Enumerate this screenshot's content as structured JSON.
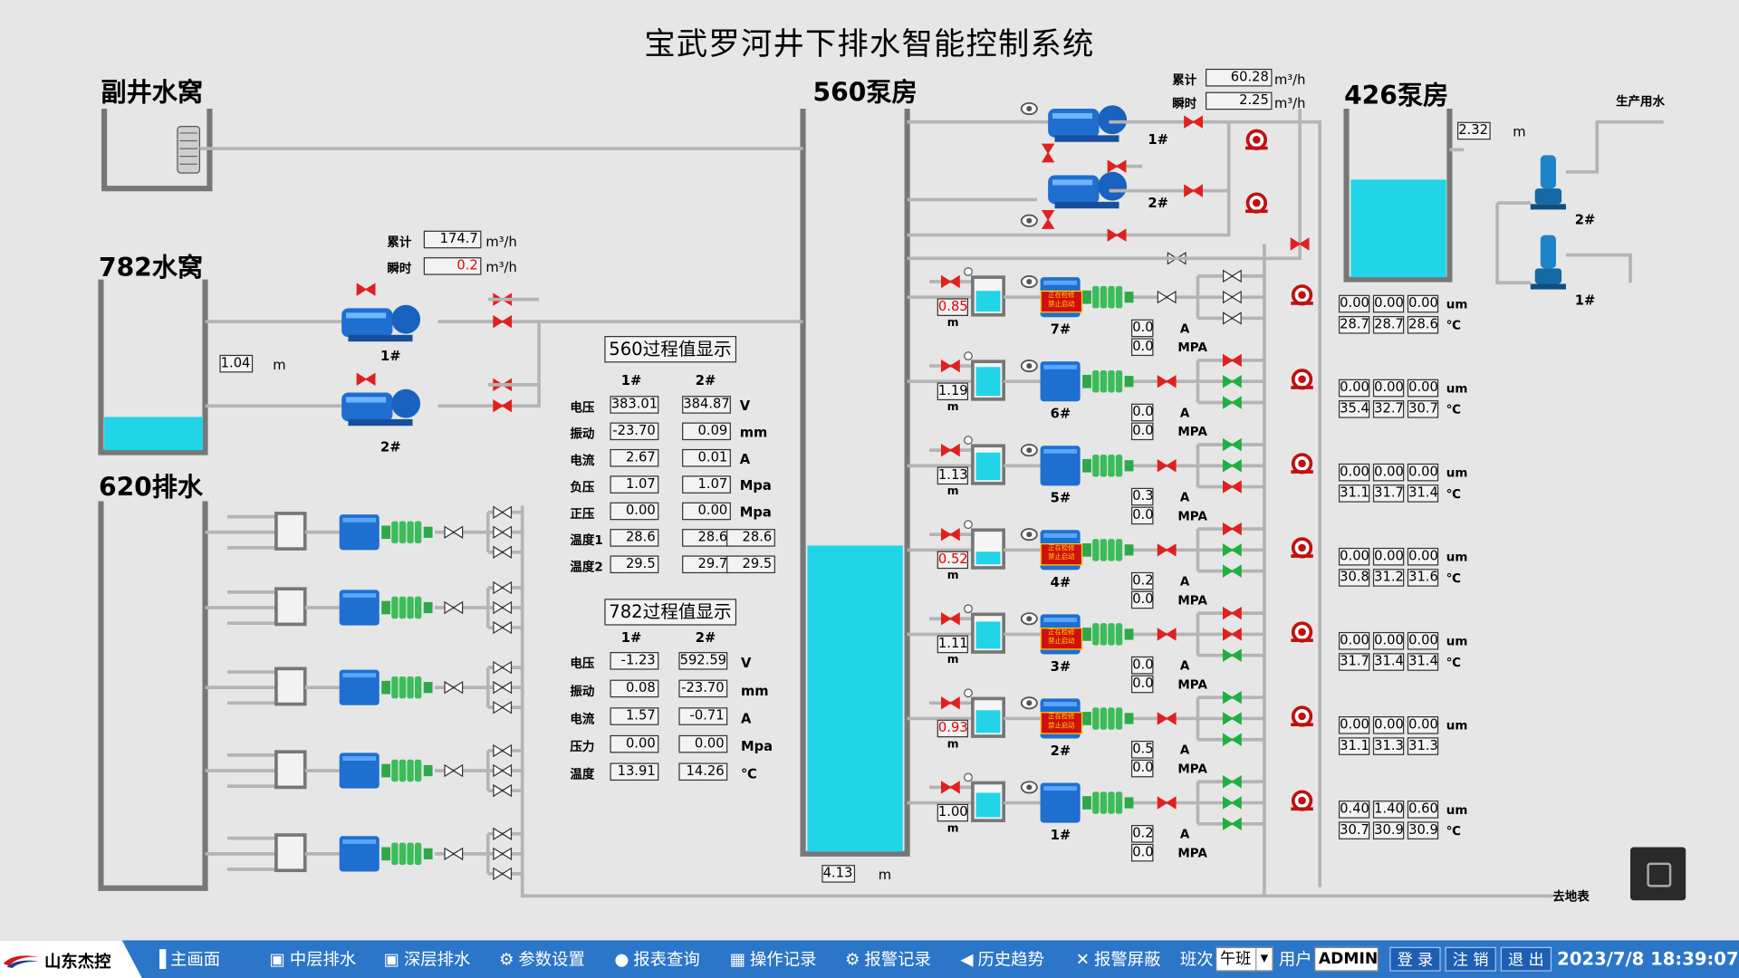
{
  "title": "宝武罗河井下排水智能控制系统",
  "areas": {
    "fujing": "副井水窝",
    "sw782": "782水窝",
    "drain620": "620排水",
    "pump560": "560泵房",
    "pump426": "426泵房",
    "production_water": "生产用水",
    "to_surface": "去地表"
  },
  "flow_782": {
    "cum_label": "累计",
    "cum_value": "174.7",
    "inst_label": "瞬时",
    "inst_value": "0.2",
    "unit": "m³/h"
  },
  "flow_426": {
    "cum_label": "累计",
    "cum_value": "60.28",
    "inst_label": "瞬时",
    "inst_value": "2.25",
    "unit": "m³/h"
  },
  "level_782": {
    "value": "1.04",
    "unit": "m"
  },
  "level_560": {
    "value": "4.13",
    "unit": "m"
  },
  "level_426": {
    "value": "2.32",
    "unit": "m"
  },
  "pumps782": [
    "1#",
    "2#"
  ],
  "pumps426_top": [
    "1#",
    "2#"
  ],
  "pumps426_right": [
    "2#",
    "1#"
  ],
  "panel560": {
    "title": "560过程值显示",
    "col1": "1#",
    "col2": "2#",
    "rows": [
      {
        "label": "电压",
        "v1": "383.01",
        "v2": "384.87",
        "v3": "",
        "unit": "V"
      },
      {
        "label": "振动",
        "v1": "-23.70",
        "v2": "0.09",
        "v3": "",
        "unit": "mm"
      },
      {
        "label": "电流",
        "v1": "2.67",
        "v2": "0.01",
        "v3": "",
        "unit": "A"
      },
      {
        "label": "负压",
        "v1": "1.07",
        "v2": "1.07",
        "v3": "",
        "unit": "Mpa"
      },
      {
        "label": "正压",
        "v1": "0.00",
        "v2": "0.00",
        "v3": "",
        "unit": "Mpa"
      },
      {
        "label": "温度1",
        "v1": "28.6",
        "v2": "28.6",
        "v3": "28.6",
        "unit": ""
      },
      {
        "label": "温度2",
        "v1": "29.5",
        "v2": "29.7",
        "v3": "29.5",
        "unit": ""
      }
    ]
  },
  "panel782": {
    "title": "782过程值显示",
    "col1": "1#",
    "col2": "2#",
    "rows": [
      {
        "label": "电压",
        "v1": "-1.23",
        "v2": "592.59",
        "unit": "V"
      },
      {
        "label": "振动",
        "v1": "0.08",
        "v2": "-23.70",
        "unit": "mm"
      },
      {
        "label": "电流",
        "v1": "1.57",
        "v2": "-0.71",
        "unit": "A"
      },
      {
        "label": "压力",
        "v1": "0.00",
        "v2": "0.00",
        "unit": "Mpa"
      },
      {
        "label": "温度",
        "v1": "13.91",
        "v2": "14.26",
        "unit": "℃"
      }
    ]
  },
  "pumps560": [
    {
      "name": "7#",
      "level": "0.85",
      "level_alarm": true,
      "maint": true,
      "a": "0.0",
      "mpa": "0.0",
      "vib": [
        "0.00",
        "0.00",
        "0.00"
      ],
      "temp": [
        "28.7",
        "28.7",
        "28.6"
      ]
    },
    {
      "name": "6#",
      "level": "1.19",
      "level_alarm": false,
      "maint": false,
      "a": "0.0",
      "mpa": "0.0",
      "vib": [
        "0.00",
        "0.00",
        "0.00"
      ],
      "temp": [
        "35.4",
        "32.7",
        "30.7"
      ]
    },
    {
      "name": "5#",
      "level": "1.13",
      "level_alarm": false,
      "maint": false,
      "a": "0.3",
      "mpa": "0.0",
      "vib": [
        "0.00",
        "0.00",
        "0.00"
      ],
      "temp": [
        "31.1",
        "31.7",
        "31.4"
      ]
    },
    {
      "name": "4#",
      "level": "0.52",
      "level_alarm": true,
      "maint": true,
      "a": "0.2",
      "mpa": "0.0",
      "vib": [
        "0.00",
        "0.00",
        "0.00"
      ],
      "temp": [
        "30.8",
        "31.2",
        "31.6"
      ]
    },
    {
      "name": "3#",
      "level": "1.11",
      "level_alarm": false,
      "maint": true,
      "a": "0.0",
      "mpa": "0.0",
      "vib": [
        "0.00",
        "0.00",
        "0.00"
      ],
      "temp": [
        "31.7",
        "31.4",
        "31.4"
      ]
    },
    {
      "name": "2#",
      "level": "0.93",
      "level_alarm": true,
      "maint": true,
      "a": "0.5",
      "mpa": "0.0",
      "vib": [
        "0.00",
        "0.00",
        "0.00"
      ],
      "temp": [
        "31.1",
        "31.3",
        "31.3"
      ]
    },
    {
      "name": "1#",
      "level": "1.00",
      "level_alarm": false,
      "maint": false,
      "a": "0.2",
      "mpa": "0.0",
      "vib": [
        "0.40",
        "1.40",
        "0.60"
      ],
      "temp": [
        "30.7",
        "30.9",
        "30.9"
      ]
    }
  ],
  "pump_units": {
    "level": "m",
    "a": "A",
    "mpa": "MPA",
    "vib": "um",
    "temp": "℃"
  },
  "maint_text_1": "正在检修",
  "maint_text_2": "禁止启动",
  "taskbar": {
    "brand": "山东杰控",
    "items": [
      {
        "label": "主画面",
        "icon": "bar-chart-icon"
      },
      {
        "label": "中层排水",
        "icon": "window-icon"
      },
      {
        "label": "深层排水",
        "icon": "window-icon"
      },
      {
        "label": "参数设置",
        "icon": "gear-icon"
      },
      {
        "label": "报表查询",
        "icon": "bulb-icon"
      },
      {
        "label": "操作记录",
        "icon": "grid-icon"
      },
      {
        "label": "报警记录",
        "icon": "gear-icon"
      },
      {
        "label": "历史趋势",
        "icon": "rewind-icon"
      },
      {
        "label": "报警屏蔽",
        "icon": "mute-icon"
      }
    ],
    "shift_label": "班次",
    "shift_value": "午班",
    "user_label": "用户",
    "user_value": "ADMIN",
    "login": "登 录",
    "logout": "注 销",
    "exit": "退 出",
    "datetime": "2023/7/8 18:39:07"
  },
  "colors": {
    "water": "#22d4e8",
    "taskbar": "#2c76c9",
    "valve_red": "#e02020",
    "valve_green": "#20b040",
    "pump_blue": "#1e6fd0",
    "alarm_red": "#e00000"
  }
}
